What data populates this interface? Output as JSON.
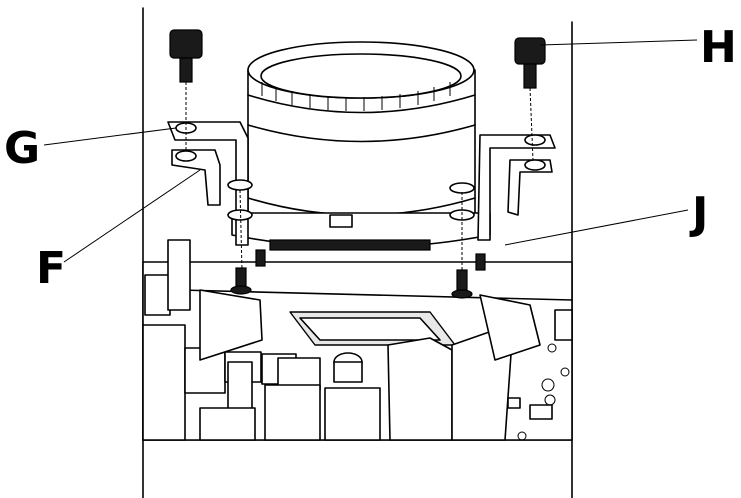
{
  "callouts": {
    "g": "G",
    "h": "H",
    "f": "F",
    "j": "J"
  }
}
